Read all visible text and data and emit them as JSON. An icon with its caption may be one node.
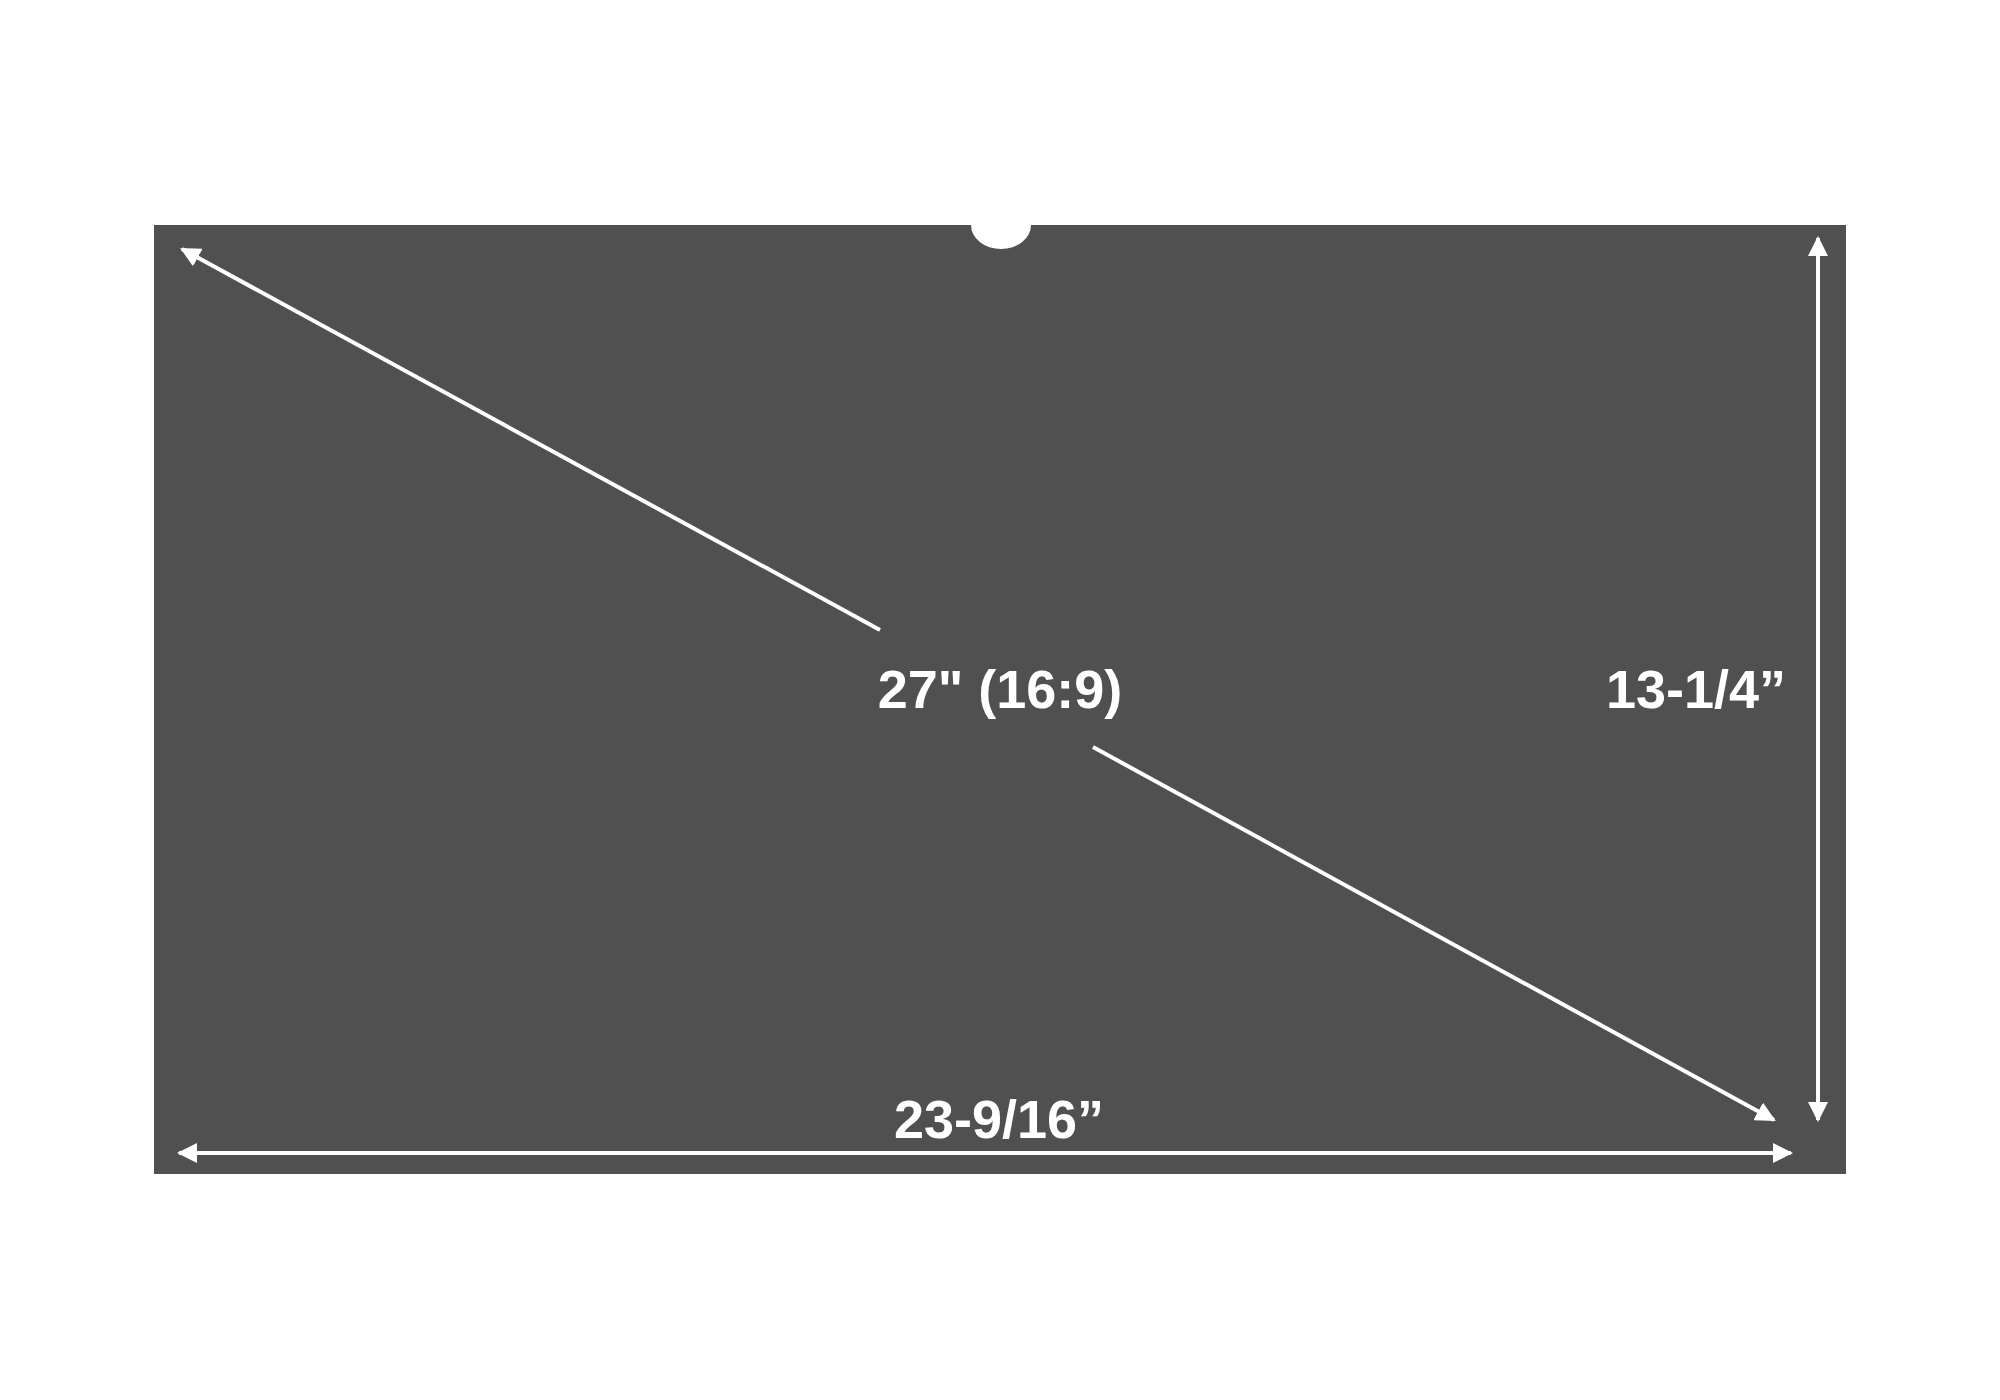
{
  "diagram": {
    "labels": [
      "27\" (16:9)",
      "13-1/4”",
      "23-9/16”"
    ]
  }
}
